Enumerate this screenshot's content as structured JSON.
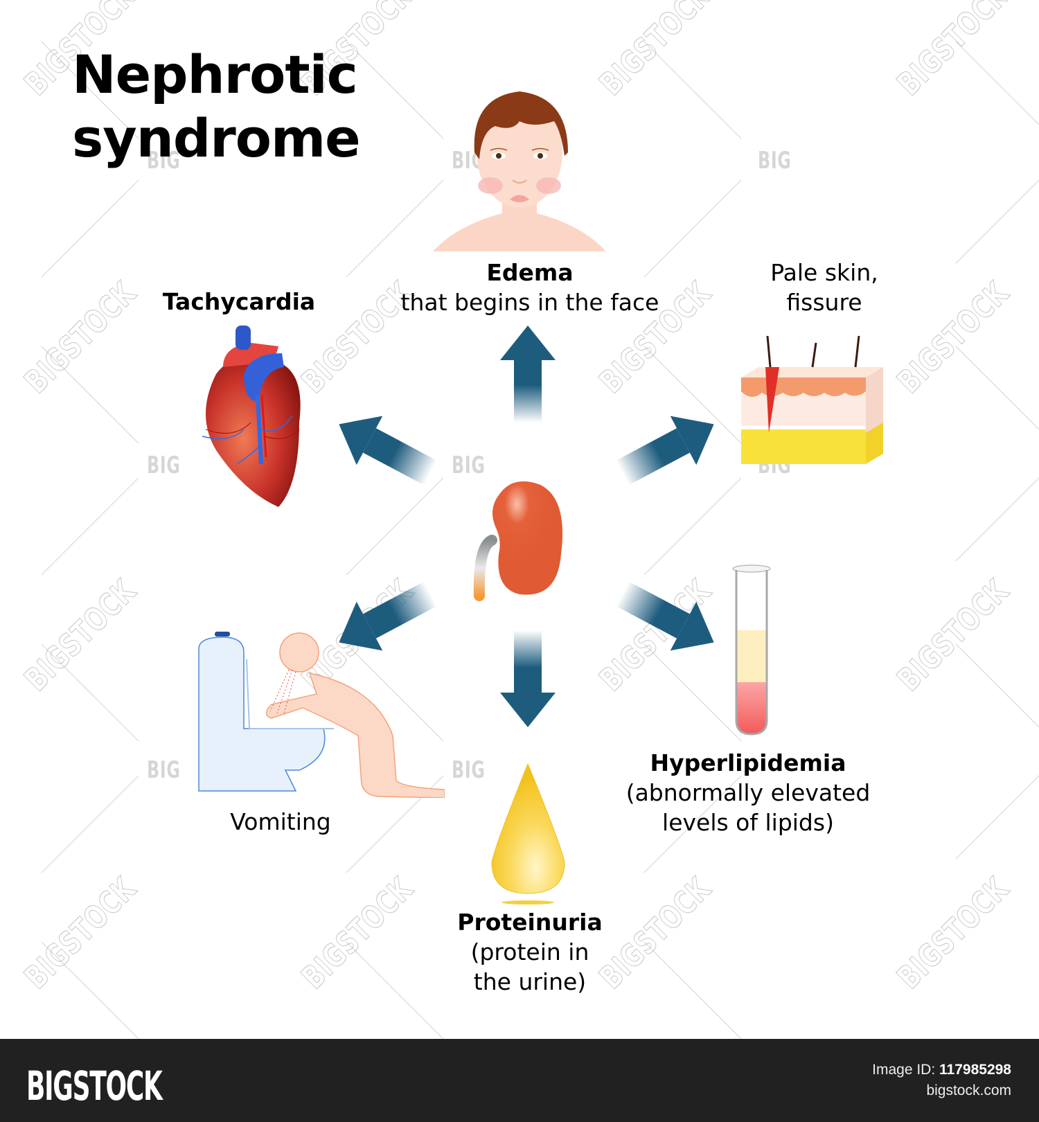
{
  "title": {
    "line1": "Nephrotic",
    "line2": "syndrome"
  },
  "center": {
    "organ": "kidney"
  },
  "symptoms": {
    "edema": {
      "bold": "Edema",
      "text": "that begins in the face",
      "illustration": "face-with-swelling"
    },
    "skin": {
      "line1": "Pale skin,",
      "line2": "fissure",
      "illustration": "skin-cross-section-with-fissure"
    },
    "tachycardia": {
      "bold": "Tachycardia",
      "illustration": "human-heart"
    },
    "vomiting": {
      "text": "Vomiting",
      "illustration": "person-vomiting-into-toilet"
    },
    "proteinuria": {
      "bold": "Proteinuria",
      "line1": "(protein in",
      "line2": "the urine)",
      "illustration": "yellow-droplet"
    },
    "hyperlipidemia": {
      "bold": "Hyperlipidemia",
      "line1": "(abnormally elevated",
      "line2": "levels of lipids)",
      "illustration": "test-tube-with-serum"
    }
  },
  "colors": {
    "arrow": "#1e5c7e",
    "kidney": "#e4613a",
    "background": "#ffffff",
    "footer": "#212121"
  },
  "watermarks": {
    "small": "BIG",
    "diagonal": "BIGSTOCK"
  },
  "footer": {
    "brand": "BIGSTOCK",
    "image_id_label": "Image ID:",
    "image_id": "117985298",
    "site": "bigstock.com"
  }
}
